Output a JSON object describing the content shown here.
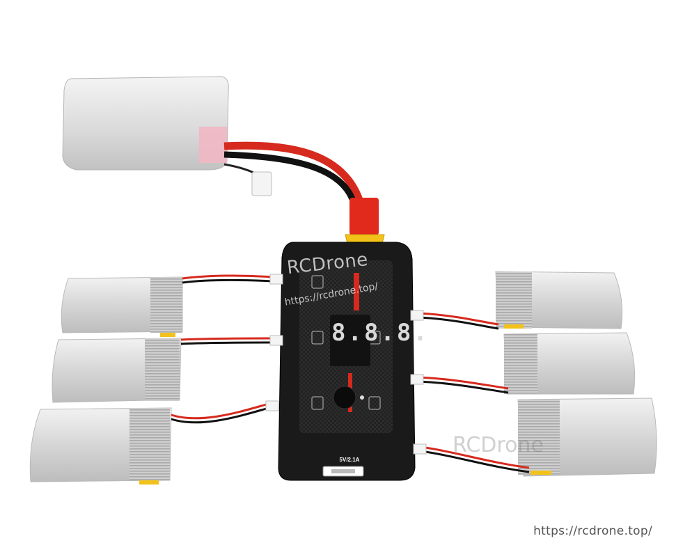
{
  "watermark": {
    "brand": "RCDrone",
    "url": "https://rcdrone.top/",
    "brand_secondary": "RCDrone"
  },
  "footer": {
    "url": "https://rcdrone.top/"
  },
  "charger": {
    "usb_label": "5V/2.1A",
    "display_digits": "8.8.8."
  },
  "colors": {
    "charger_body": "#1a1a1a",
    "battery_silver": "#d8d8d8",
    "wire_red": "#d62a1e",
    "wire_black": "#111111",
    "connector_yellow": "#f2c21b"
  }
}
